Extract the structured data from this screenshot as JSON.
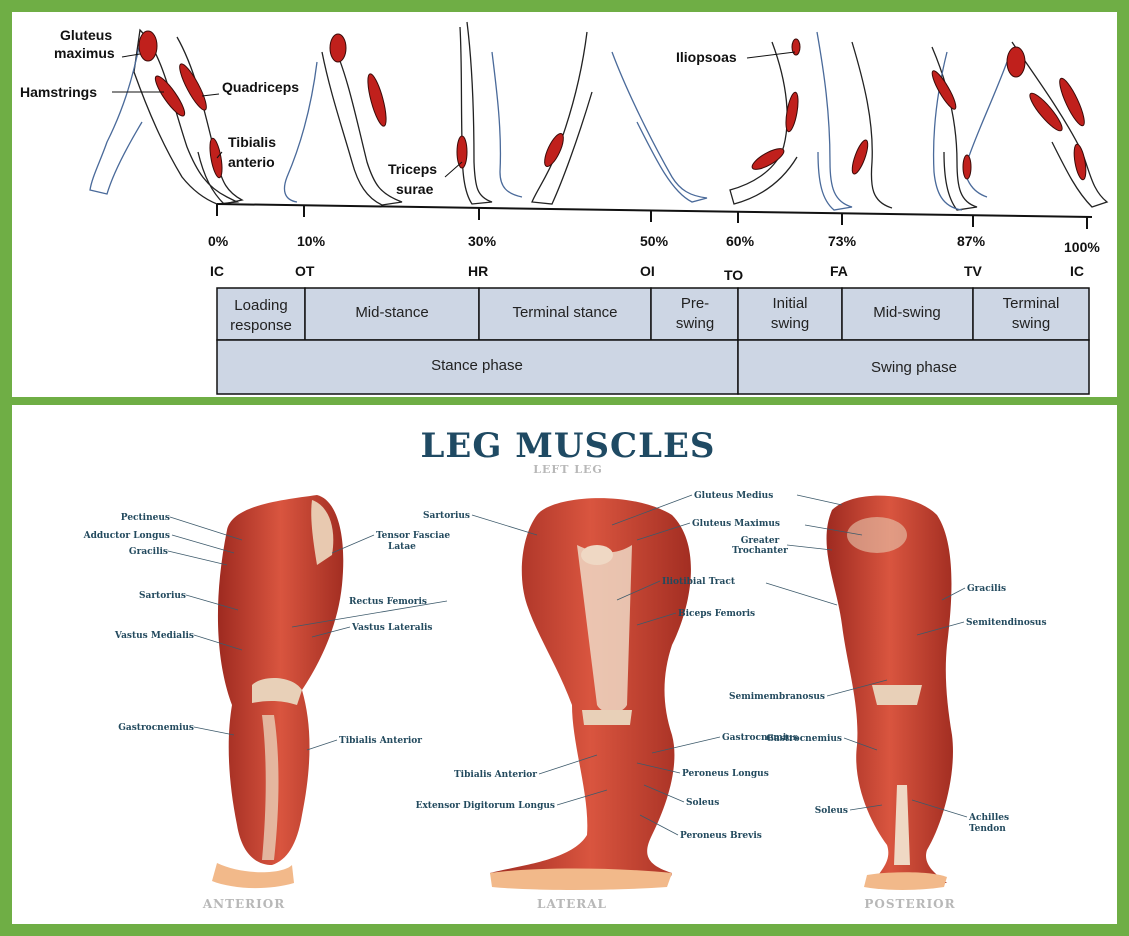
{
  "gait": {
    "muscles": {
      "gluteus": [
        "Gluteus",
        "maximus"
      ],
      "hamstrings": "Hamstrings",
      "quadriceps": "Quadriceps",
      "tibialis": [
        "Tibialis",
        "anterio"
      ],
      "triceps": [
        "Triceps",
        "surae"
      ],
      "iliopsoas": "Iliopsoas"
    },
    "percents": [
      "0%",
      "10%",
      "30%",
      "50%",
      "60%",
      "73%",
      "87%",
      "100%"
    ],
    "events": [
      "IC",
      "OT",
      "HR",
      "OI",
      "TO",
      "FA",
      "TV",
      "IC"
    ],
    "subphases": [
      [
        "Loading",
        "response"
      ],
      [
        "Mid-stance"
      ],
      [
        "Terminal stance"
      ],
      [
        "Pre-",
        "swing"
      ],
      [
        "Initial",
        "swing"
      ],
      [
        "Mid-swing"
      ],
      [
        "Terminal",
        "swing"
      ]
    ],
    "phases": [
      "Stance phase",
      "Swing phase"
    ],
    "colors": {
      "muscle": "#c0201c",
      "table": "#cdd6e4"
    }
  },
  "leg": {
    "title": "LEG MUSCLES",
    "subtitle": "LEFT LEG",
    "views": [
      "ANTERIOR",
      "LATERAL",
      "POSTERIOR"
    ],
    "anterior_labels": [
      "Pectineus",
      "Adductor Longus",
      "Gracilis",
      "Sartorius",
      "Vastus Medialis",
      "Gastrocnemius",
      "Tensor Fasciae",
      "Latae",
      "Rectus Femoris",
      "Vastus Lateralis",
      "Tibialis Anterior"
    ],
    "lateral_labels": [
      "Sartorius",
      "Gluteus Medius",
      "Gluteus Maximus",
      "Iliotibial Tract",
      "Biceps Femoris",
      "Gastrocnemius",
      "Tibialis Anterior",
      "Peroneus Longus",
      "Extensor Digitorum Longus",
      "Soleus",
      "Peroneus Brevis"
    ],
    "posterior_labels": [
      "Greater",
      "Trochanter",
      "Gracilis",
      "Semitendinosus",
      "Semimembranosus",
      "Gastrocnemius",
      "Soleus",
      "Achilles",
      "Tendon"
    ],
    "colors": {
      "title": "#1f4a63",
      "label": "#234a5e",
      "muscle": "#c83a2c"
    }
  }
}
